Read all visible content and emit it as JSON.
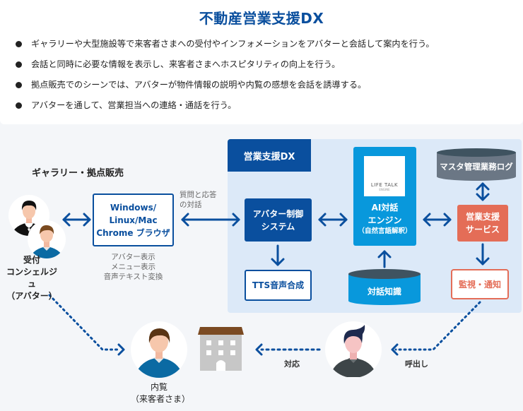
{
  "header": {
    "title": "不動産営業支援DX",
    "bullets": [
      "ギャラリーや大型施設等で来客者さまへの受付やインフォメーションをアバターと会話して案内を行う。",
      "会話と同時に必要な情報を表示し、来客者さまへホスピタリティの向上を行う。",
      "拠点販売でのシーンでは、アバターが物件情報の説明や内覧の感想を会話を誘導する。",
      "アバターを通して、営業担当への連絡・通話を行う。"
    ]
  },
  "diagram": {
    "section_label": "ギャラリー・拠点販売",
    "panel_title": "営業支援DX",
    "reception": {
      "line1": "受付",
      "line2": "コンシェルジュ",
      "line3": "（アバター）"
    },
    "browser": {
      "line1": "Windows/",
      "line2": "Linux/Mac",
      "line3": "Chrome ブラウザ"
    },
    "browser_notes": {
      "line1": "アバター表示",
      "line2": "メニュー表示",
      "line3": "音声テキスト変換"
    },
    "dialog_label": {
      "line1": "質問と応答",
      "line2": "の対話"
    },
    "avatar_control": {
      "line1": "アバター制御",
      "line2": "システム"
    },
    "tts": "TTS音声合成",
    "ai_engine": {
      "logo_text": "LIFE TALK",
      "logo_sub": "ENGINE",
      "line1": "AI対話",
      "line2": "エンジン",
      "line3": "（自然言語解釈）"
    },
    "knowledge_db": "対話知識",
    "master_db": "マスタ管理業務ログ",
    "sales_service": {
      "line1": "営業支援",
      "line2": "サービス"
    },
    "monitor": "監視・通知",
    "visitor": {
      "line1": "内覧",
      "line2": "（来客者さま）"
    },
    "respond_label": "対応",
    "call_label": "呼出し"
  },
  "colors": {
    "navy": "#0a4f9e",
    "cyan": "#0898dc",
    "coral": "#e46d57",
    "slate": "#6b7785",
    "panel": "#dce9f8"
  }
}
